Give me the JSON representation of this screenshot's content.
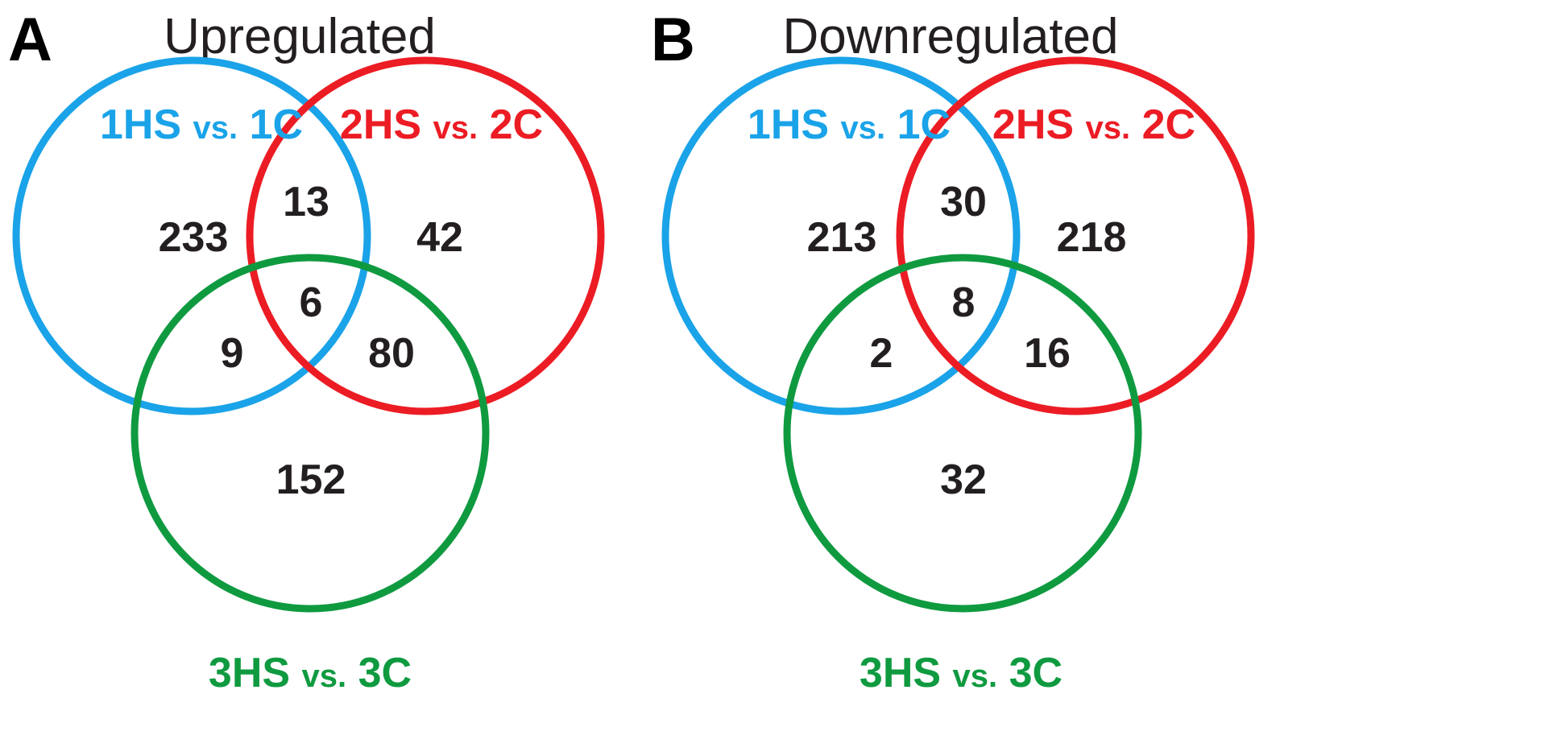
{
  "colors": {
    "set1": "#1aa3e8",
    "set2": "#ec1c24",
    "set3": "#0f9a40",
    "text": "#231f20"
  },
  "panels": [
    {
      "letter": "A",
      "title": "Upregulated",
      "sets": [
        {
          "id": "1HS",
          "head": "1HS",
          "vs": "vs.",
          "tail": "1C"
        },
        {
          "id": "2HS",
          "head": "2HS",
          "vs": "vs.",
          "tail": "2C"
        },
        {
          "id": "3HS",
          "head": "3HS",
          "vs": "vs.",
          "tail": "3C"
        }
      ],
      "counts": {
        "only_1": "233",
        "one_two": "13",
        "only_2": "42",
        "all_three": "6",
        "one_three": "9",
        "two_three": "80",
        "only_3": "152"
      }
    },
    {
      "letter": "B",
      "title": "Downregulated",
      "sets": [
        {
          "id": "1HS",
          "head": "1HS",
          "vs": "vs.",
          "tail": "1C"
        },
        {
          "id": "2HS",
          "head": "2HS",
          "vs": "vs.",
          "tail": "2C"
        },
        {
          "id": "3HS",
          "head": "3HS",
          "vs": "vs.",
          "tail": "3C"
        }
      ],
      "counts": {
        "only_1": "213",
        "one_two": "30",
        "only_2": "218",
        "all_three": "8",
        "one_three": "2",
        "two_three": "16",
        "only_3": "32"
      }
    }
  ]
}
